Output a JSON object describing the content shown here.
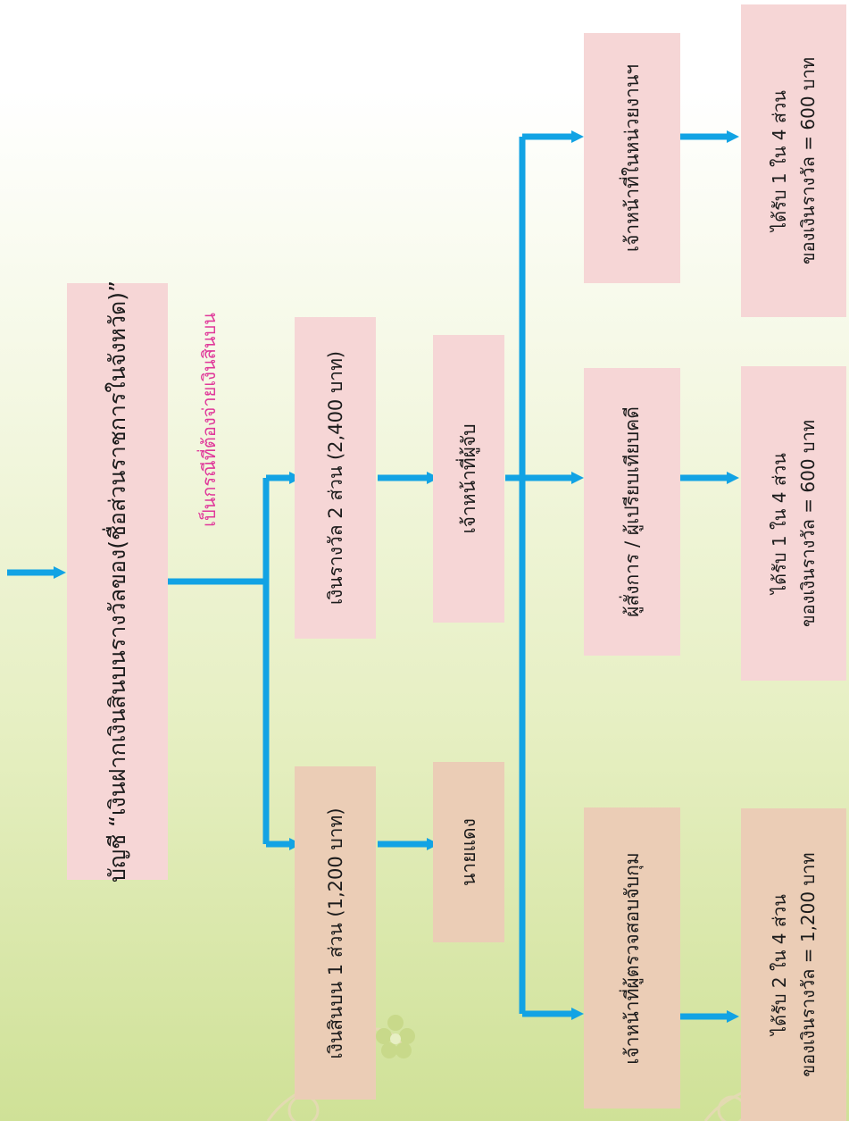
{
  "header": {
    "account_box": "บัญชี “เงินฝากเงินสินบนรางวัลของ(ชื่อส่วนราชการในจังหวัด)”",
    "note": "เป็นกรณีที่ต้องจ่ายเงินสินบน"
  },
  "level2": {
    "bribe_box": "เงินสินบน 1 ส่วน (1,200 บาท)",
    "reward_box": "เงินรางวัล 2 ส่วน (2,400 บาท)"
  },
  "level3": {
    "informant_box": "นายแดง",
    "arrestor_box": "เจ้าหน้าที่ผู้จับ"
  },
  "level4": {
    "inspector_box": "เจ้าหน้าที่ผู้ตรวจสอบจับกุม",
    "commander_box": "ผู้สั่งการ / ผู้เปรียบเทียบคดี",
    "unit_staff_box": "เจ้าหน้าที่ในหน่วยงานฯ"
  },
  "level5": {
    "inspector_share": {
      "line1": "ได้รับ 2 ใน 4 ส่วน",
      "line2": "ของเงินรางวัล = 1,200 บาท"
    },
    "commander_share": {
      "line1": "ได้รับ 1 ใน 4 ส่วน",
      "line2": "ของเงินรางวัล = 600 บาท"
    },
    "unit_staff_share": {
      "line1": "ได้รับ 1 ใน 4 ส่วน",
      "line2": "ของเงินรางวัล = 600 บาท"
    }
  },
  "colors": {
    "arrow": "#12a3e4",
    "box_pink": "#f6d6d6",
    "box_tan": "#ebcdb6",
    "note_text": "#e0389a"
  }
}
